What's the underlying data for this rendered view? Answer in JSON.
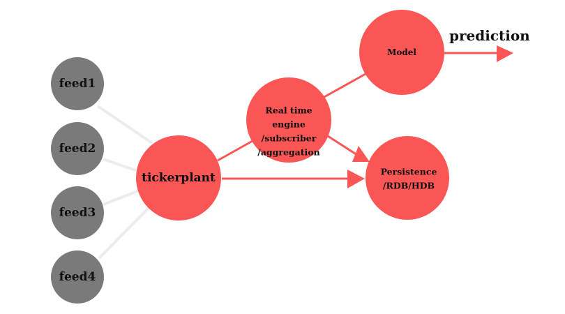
{
  "colors": {
    "feed_node": "#7a7a7a",
    "process_node": "#fa5656",
    "feed_edge": "#ececec",
    "process_edge": "#fa5656",
    "text": "#111111",
    "background": "#ffffff"
  },
  "nodes": {
    "feed1": {
      "lines": [
        "feed1"
      ]
    },
    "feed2": {
      "lines": [
        "feed2"
      ]
    },
    "feed3": {
      "lines": [
        "feed3"
      ]
    },
    "feed4": {
      "lines": [
        "feed4"
      ]
    },
    "tickerplant": {
      "lines": [
        "tickerplant"
      ]
    },
    "rte": {
      "lines": [
        "Real time",
        "engine",
        "/subscriber",
        "/aggregation"
      ]
    },
    "persistence": {
      "lines": [
        "Persistence",
        "/RDB/HDB"
      ]
    },
    "model": {
      "lines": [
        "Model"
      ]
    }
  },
  "edges": [
    {
      "from": "feed1",
      "to": "tickerplant",
      "arrow": false
    },
    {
      "from": "feed2",
      "to": "tickerplant",
      "arrow": false
    },
    {
      "from": "feed3",
      "to": "tickerplant",
      "arrow": false
    },
    {
      "from": "feed4",
      "to": "tickerplant",
      "arrow": false
    },
    {
      "from": "tickerplant",
      "to": "rte",
      "arrow": false
    },
    {
      "from": "tickerplant",
      "to": "persistence",
      "arrow": true
    },
    {
      "from": "rte",
      "to": "persistence",
      "arrow": true
    },
    {
      "from": "rte",
      "to": "model",
      "arrow": false
    },
    {
      "from": "model",
      "to": "prediction",
      "arrow": true
    }
  ],
  "output": {
    "label": "prediction"
  }
}
